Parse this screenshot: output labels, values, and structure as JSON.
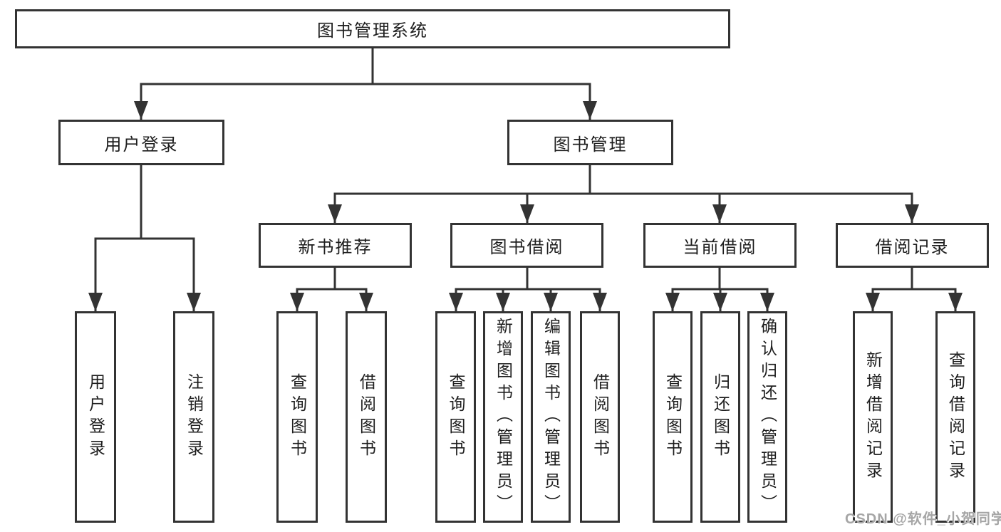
{
  "diagram": {
    "root": {
      "label": "图书管理系统"
    },
    "level2": [
      {
        "label": "用户登录"
      },
      {
        "label": "图书管理"
      }
    ],
    "level3": [
      {
        "label": "新书推荐"
      },
      {
        "label": "图书借阅"
      },
      {
        "label": "当前借阅"
      },
      {
        "label": "借阅记录"
      }
    ],
    "leaves": {
      "user_login": [
        "用户登录",
        "注销登录"
      ],
      "new_book_recommend": [
        "查询图书",
        "借阅图书"
      ],
      "book_borrowing": [
        "查询图书",
        "新增图书（管理员）",
        "编辑图书（管理员）",
        "借阅图书"
      ],
      "current_borrowing": [
        "查询图书",
        "归还图书",
        "确认归还（管理员）"
      ],
      "borrow_records": [
        "新增借阅记录",
        "查询借阅记录"
      ]
    },
    "watermark": "CSDN @软件_小贺同学",
    "colors": {
      "line": "#333333",
      "text": "#1e1e1e",
      "background": "#ffffff",
      "watermark": "#a6a6a6"
    }
  }
}
